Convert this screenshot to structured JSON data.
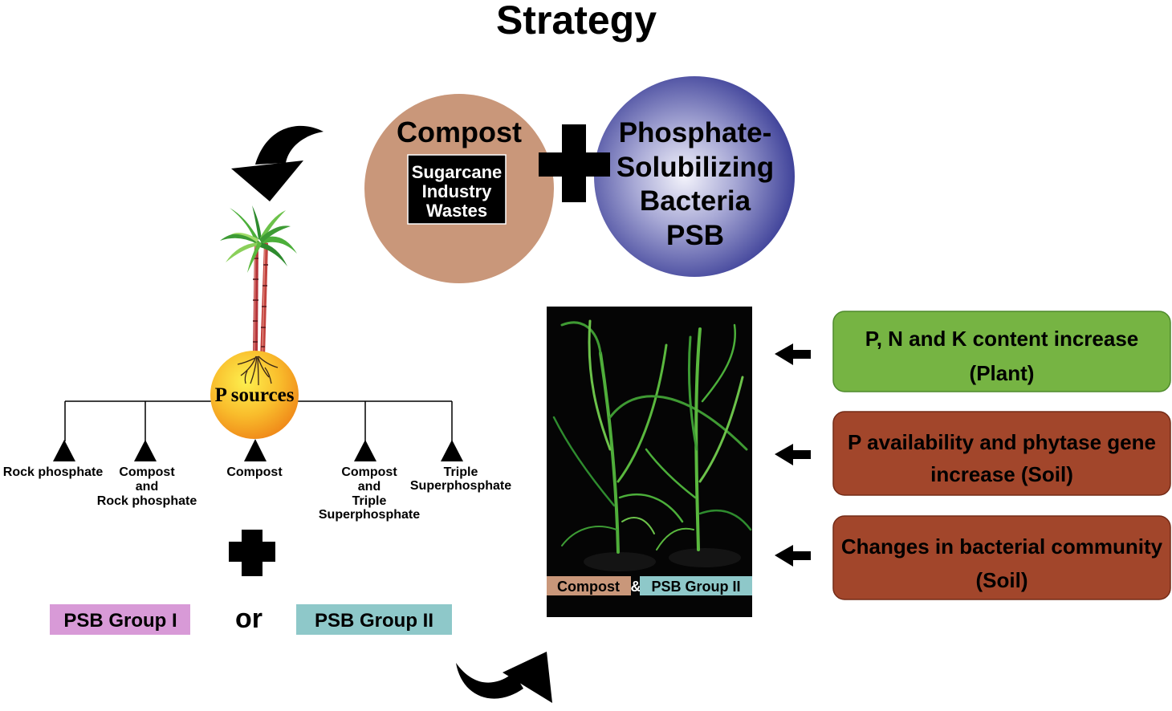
{
  "title": "Strategy",
  "compost": {
    "label": "Compost",
    "source_lines": [
      "Sugarcane",
      "Industry",
      "Wastes"
    ]
  },
  "psb": {
    "lines": [
      "Phosphate-",
      "Solubilizing",
      "Bacteria",
      "PSB"
    ]
  },
  "p_sources": {
    "label": "P sources",
    "treatments": [
      [
        "Rock phosphate"
      ],
      [
        "Compost",
        "and",
        "Rock phosphate"
      ],
      [
        "Compost"
      ],
      [
        "Compost",
        "and",
        "Triple",
        "Superphosphate"
      ],
      [
        "Triple",
        "Superphosphate"
      ]
    ]
  },
  "inoculation": {
    "group_1": "PSB Group I",
    "connector": "or",
    "group_2": "PSB Group II"
  },
  "photo": {
    "label_compost": "Compost",
    "ampersand": "&",
    "label_psb": "PSB Group II"
  },
  "outcomes": [
    {
      "line_1": "P, N and K content increase",
      "line_2": "(Plant)",
      "color": "#76b443"
    },
    {
      "line_1": "P availability and phytase gene",
      "line_2": "increase (Soil)",
      "color": "#a2462b"
    },
    {
      "line_1": "Changes in bacterial community",
      "line_2": "(Soil)",
      "color": "#a2462b"
    }
  ],
  "colors": {
    "compost": "#c9977a",
    "psb_group_1": "#d89ad7",
    "psb_group_2": "#8ec8c9"
  },
  "icons": [
    "curved-arrow-down-icon",
    "plus-icon",
    "sugarcane-plant-icon",
    "curved-arrow-up-icon",
    "left-arrow-icon"
  ]
}
